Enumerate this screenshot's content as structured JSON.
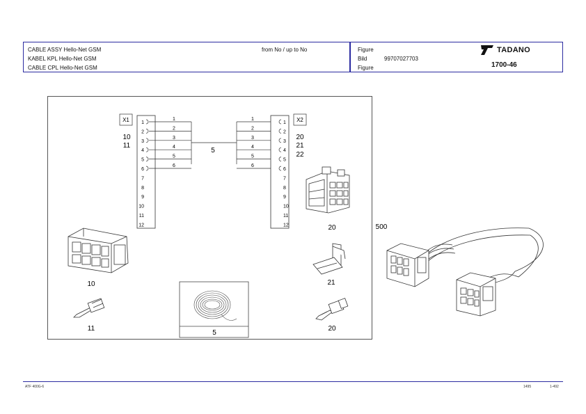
{
  "title_block": {
    "desc_en": "CABLE ASSY Hello-Net GSM",
    "desc_de": "KABEL KPL Hello-Net GSM",
    "desc_fr": "CABLE CPL Hello-Net GSM",
    "serial_range": "from No / up to No",
    "label_figure": "Figure",
    "label_bild": "Bild",
    "label_figure_fr": "Figure",
    "part_number": "99707027703",
    "brand": "TADANO",
    "figure_number": "1700-46"
  },
  "diagram": {
    "connector_left": "X1",
    "connector_right": "X2",
    "left_refs": [
      "10",
      "11"
    ],
    "right_refs": [
      "20",
      "21",
      "22"
    ],
    "cable_ref": "5",
    "pins_left": [
      "1",
      "2",
      "3",
      "4",
      "5",
      "6",
      "7",
      "8",
      "9",
      "10",
      "11",
      "12"
    ],
    "pins_right": [
      "1",
      "2",
      "3",
      "4",
      "5",
      "6",
      "7",
      "8",
      "9",
      "10",
      "11",
      "12"
    ],
    "wires_left": [
      "1",
      "2",
      "3",
      "4",
      "5",
      "6"
    ],
    "wires_right": [
      "1",
      "2",
      "3",
      "4",
      "5",
      "6"
    ]
  },
  "parts": {
    "housing_left": "10",
    "contact_left": "11",
    "cable_coil": "5",
    "housing_right": "20",
    "lock_right": "21",
    "contact_right": "20",
    "assembly": "500"
  },
  "footer": {
    "left": "ATF 400G-6",
    "mid": "1495",
    "right": "1-492"
  }
}
